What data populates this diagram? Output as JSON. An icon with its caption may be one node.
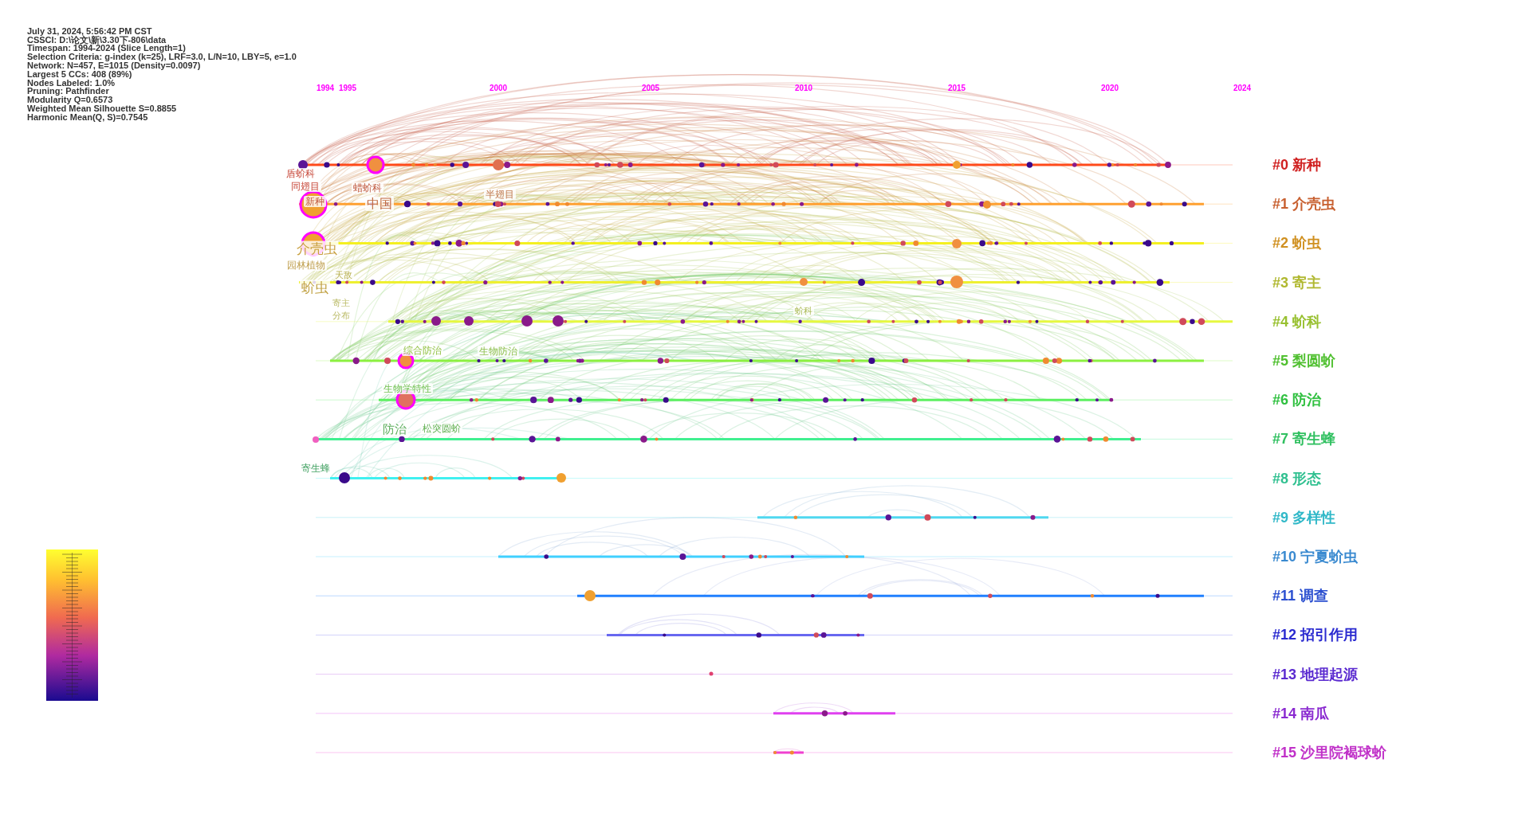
{
  "diagram": {
    "labels": [
      "July 31, 2024, 5:56:42 PM CST",
      "CSSCI: D:\\论文\\新\\3.30下-806\\data",
      "Timespan: 1994-2024 (Slice Length=1)",
      "Selection Criteria: g-index (k=25), LRF=3.0, L/N=10, LBY=5, e=1.0",
      "Network: N=457, E=1015 (Density=0.0097)",
      "Largest 5 CCs: 408 (89%)",
      "Nodes Labeled: 1.0%",
      "Pruning: Pathfinder",
      "Modularity Q=0.6573",
      "Weighted Mean Silhouette S=0.8855",
      "Harmonic Mean(Q, S)=0.7545",
      "1994",
      "1995",
      "2000",
      "2005",
      "2010",
      "2015",
      "2020",
      "2024",
      "盾蚧科",
      "同翅目",
      "蜡蚧科",
      "#0 新种",
      "新种",
      "中国",
      "半翅目",
      "#1 介壳虫",
      "介壳虫",
      "园林植物",
      "#2 蚧虫",
      "天敌",
      "蚧虫",
      "寄主",
      "分布",
      "#3 寄主",
      "蚧科",
      "#4 蚧科",
      "综合防治",
      "生物防治",
      "#5 梨圆蚧",
      "生物学特性",
      "#6 防治",
      "防治",
      "松突圆蚧",
      "#7 寄生蜂",
      "寄生蜂",
      "#8 形态",
      "#9 多样性",
      "#10 宁夏蚧虫",
      "#11 调查",
      "#12 招引作用",
      "#13 地理起源",
      "#14 南瓜",
      "#15 沙里院褐球蚧"
    ]
  }
}
